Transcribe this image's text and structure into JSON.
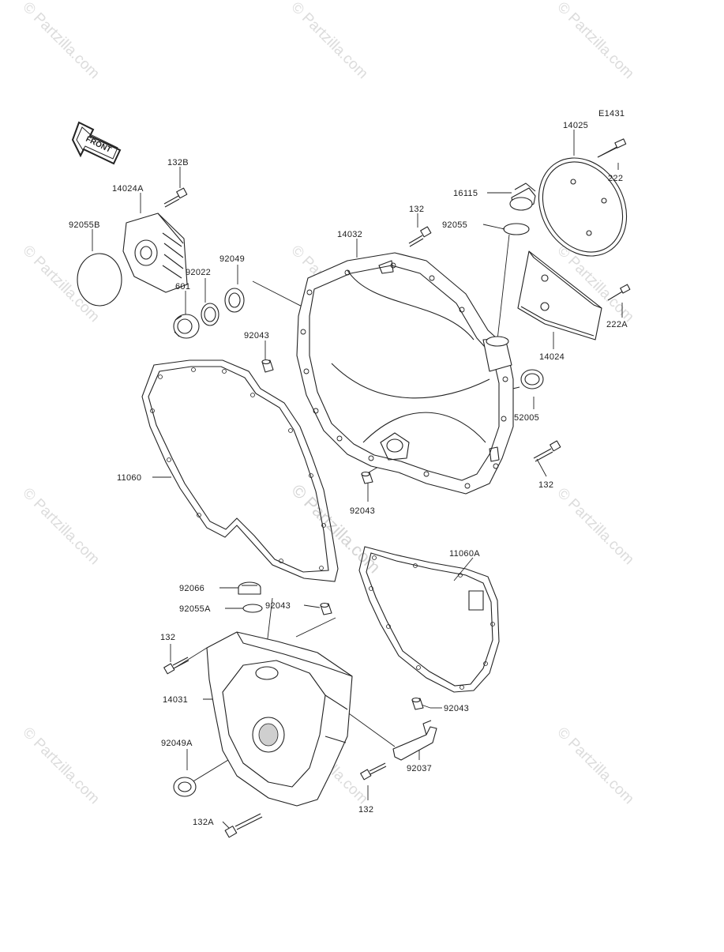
{
  "diagram": {
    "code": "E1431",
    "front_label": "FRONT",
    "watermark": "© Partzilla.com",
    "center_watermark": "© Partzilla.com",
    "labels": [
      {
        "id": "lbl-14025",
        "text": "14025"
      },
      {
        "id": "lbl-222",
        "text": "222"
      },
      {
        "id": "lbl-132b",
        "text": "132B"
      },
      {
        "id": "lbl-14024a",
        "text": "14024A"
      },
      {
        "id": "lbl-92055b",
        "text": "92055B"
      },
      {
        "id": "lbl-16115",
        "text": "16115"
      },
      {
        "id": "lbl-132-top",
        "text": "132"
      },
      {
        "id": "lbl-92055",
        "text": "92055"
      },
      {
        "id": "lbl-14032",
        "text": "14032"
      },
      {
        "id": "lbl-92049",
        "text": "92049"
      },
      {
        "id": "lbl-92022",
        "text": "92022"
      },
      {
        "id": "lbl-601",
        "text": "601"
      },
      {
        "id": "lbl-222a",
        "text": "222A"
      },
      {
        "id": "lbl-14024",
        "text": "14024"
      },
      {
        "id": "lbl-92043-a",
        "text": "92043"
      },
      {
        "id": "lbl-52005",
        "text": "52005"
      },
      {
        "id": "lbl-11060",
        "text": "11060"
      },
      {
        "id": "lbl-132-r",
        "text": "132"
      },
      {
        "id": "lbl-92043-b",
        "text": "92043"
      },
      {
        "id": "lbl-11060a",
        "text": "11060A"
      },
      {
        "id": "lbl-92066",
        "text": "92066"
      },
      {
        "id": "lbl-92055a",
        "text": "92055A"
      },
      {
        "id": "lbl-92043-c",
        "text": "92043"
      },
      {
        "id": "lbl-132-l",
        "text": "132"
      },
      {
        "id": "lbl-14031",
        "text": "14031"
      },
      {
        "id": "lbl-92043-d",
        "text": "92043"
      },
      {
        "id": "lbl-92049a",
        "text": "92049A"
      },
      {
        "id": "lbl-92037",
        "text": "92037"
      },
      {
        "id": "lbl-132-b",
        "text": "132"
      },
      {
        "id": "lbl-132a",
        "text": "132A"
      }
    ]
  }
}
